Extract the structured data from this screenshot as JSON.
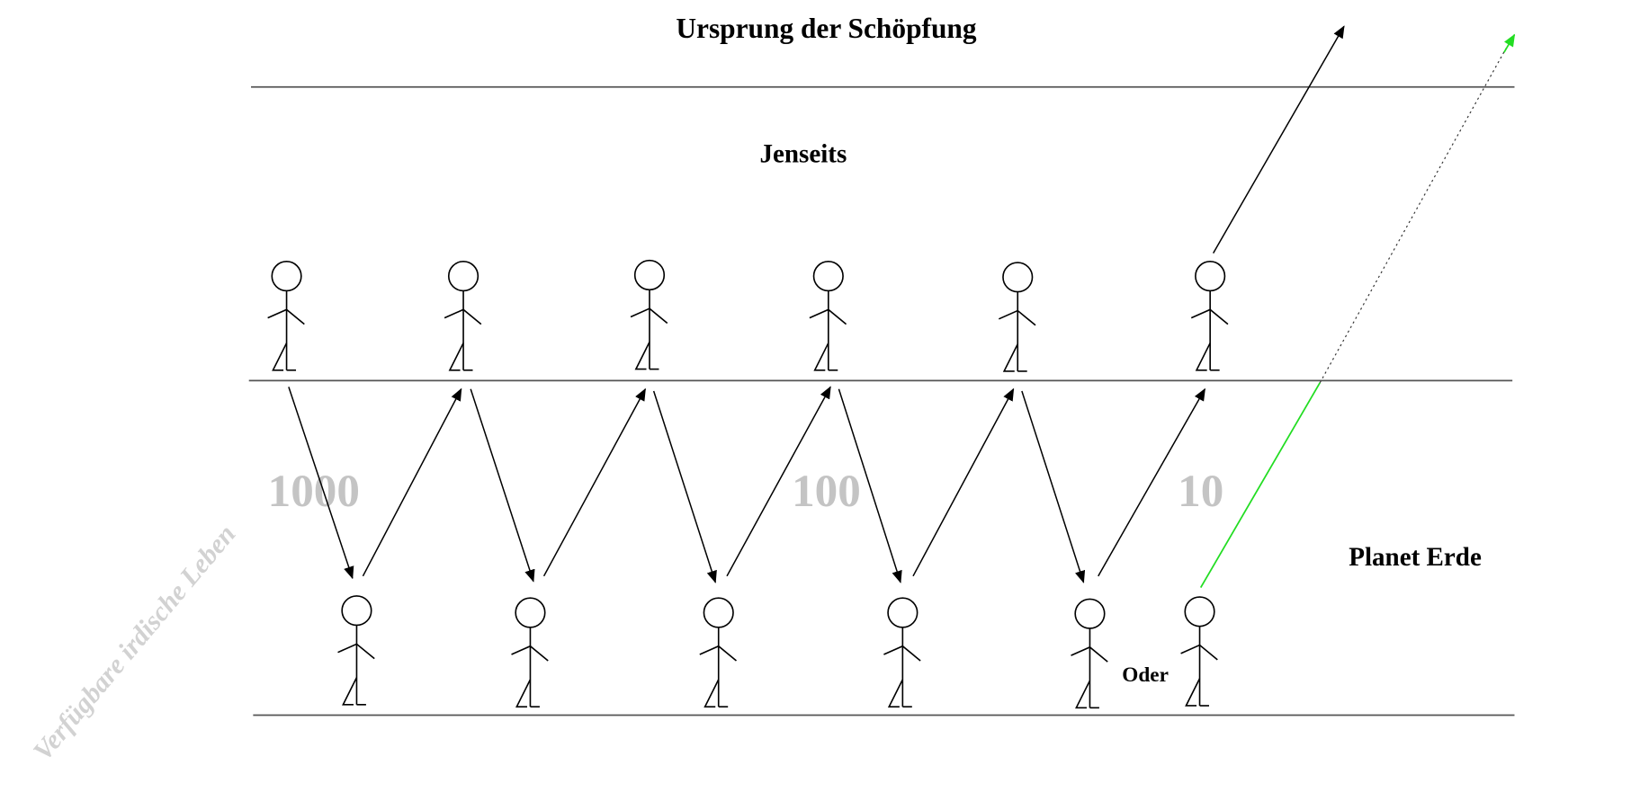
{
  "labels": {
    "origin": "Ursprung der Schöpfung",
    "beyond": "Jenseits",
    "earth": "Planet Erde",
    "or": "Oder"
  },
  "counts": {
    "first": "1000",
    "second": "100",
    "third": "10"
  },
  "watermark": "Verfügbare irdische Leben",
  "colors": {
    "line": "#000000",
    "green_path": "#22dd22",
    "counts": "#c4c4c4"
  }
}
